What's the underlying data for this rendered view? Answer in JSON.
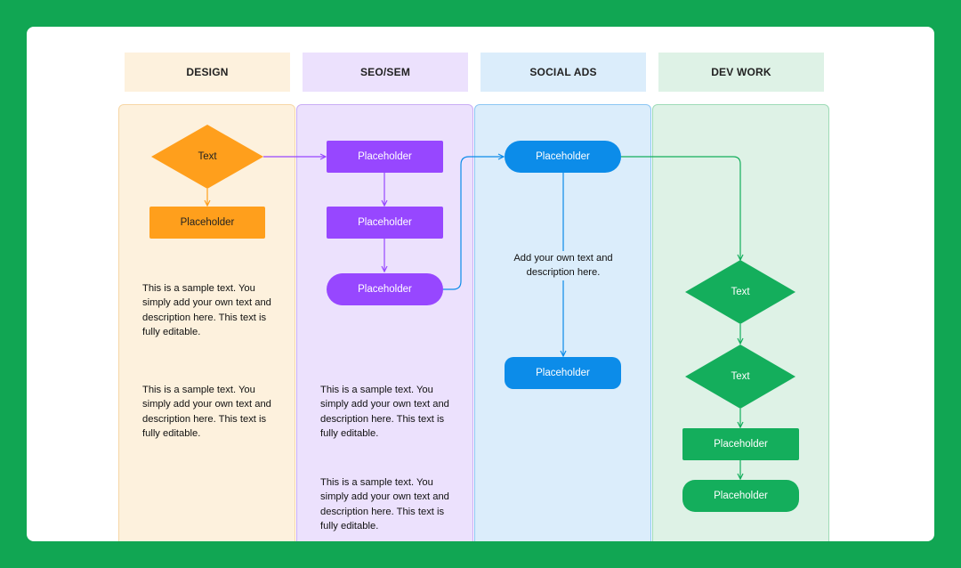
{
  "headers": [
    "DESIGN",
    "SEO/SEM",
    "SOCIAL ADS",
    "DEV WORK"
  ],
  "colors": {
    "frame_bg": "#11a653",
    "design_lane": "#fdf1dd",
    "design_accent": "#ff9f1c",
    "seo_lane": "#ece1fd",
    "seo_accent": "#9747ff",
    "social_lane": "#dbedfb",
    "social_accent": "#0c8ce9",
    "dev_lane": "#def2e6",
    "dev_accent": "#14ae5c"
  },
  "design": {
    "diamond_text": "Text",
    "node_label": "Placeholder",
    "text_1": "This is a sample text. You simply add your own text and description here. This text is fully editable.",
    "text_2": "This is a sample text. You simply add your own text and description here. This text is fully editable."
  },
  "seo": {
    "node_1": "Placeholder",
    "node_2": "Placeholder",
    "node_3": "Placeholder",
    "text_1": "This is a sample text. You simply add your own text and description here. This text is fully editable.",
    "text_2": "This is a sample text. You simply add your own text and description here. This text is fully editable."
  },
  "social": {
    "node_1": "Placeholder",
    "description": "Add your own text and description here.",
    "node_2": "Placeholder"
  },
  "dev": {
    "diamond_1": "Text",
    "diamond_2": "Text",
    "node_1": "Placeholder",
    "node_2": "Placeholder"
  }
}
